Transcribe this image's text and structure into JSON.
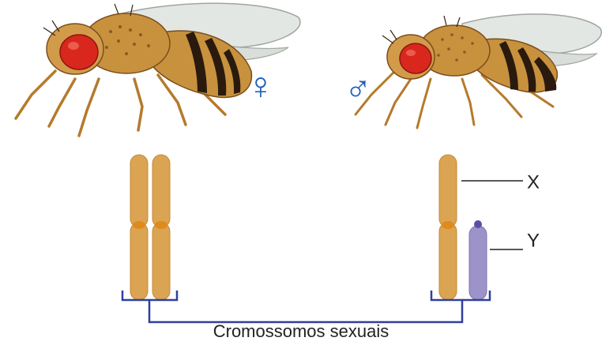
{
  "female_symbol": "♀",
  "male_symbol": "♂",
  "x_label": "X",
  "y_label": "Y",
  "caption": "Cromossomos sexuais",
  "colors": {
    "chromosome_x": "#dba452",
    "chromosome_x_edge": "#c48a33",
    "centromere": "#e08a1e",
    "chromosome_y": "#9d93c9",
    "chromosome_y_edge": "#7e74b3",
    "bracket": "#2f3f9e",
    "female_symbol": "#1f5fb8",
    "male_symbol": "#1f5fb8",
    "fly_body": "#c8913e",
    "fly_eye": "#d9271d",
    "fly_stripe": "#2a1a0e",
    "fly_wing": "#dfe3df"
  },
  "icons": [
    "female-fly-illustration",
    "male-fly-illustration",
    "female-symbol-icon",
    "male-symbol-icon"
  ]
}
